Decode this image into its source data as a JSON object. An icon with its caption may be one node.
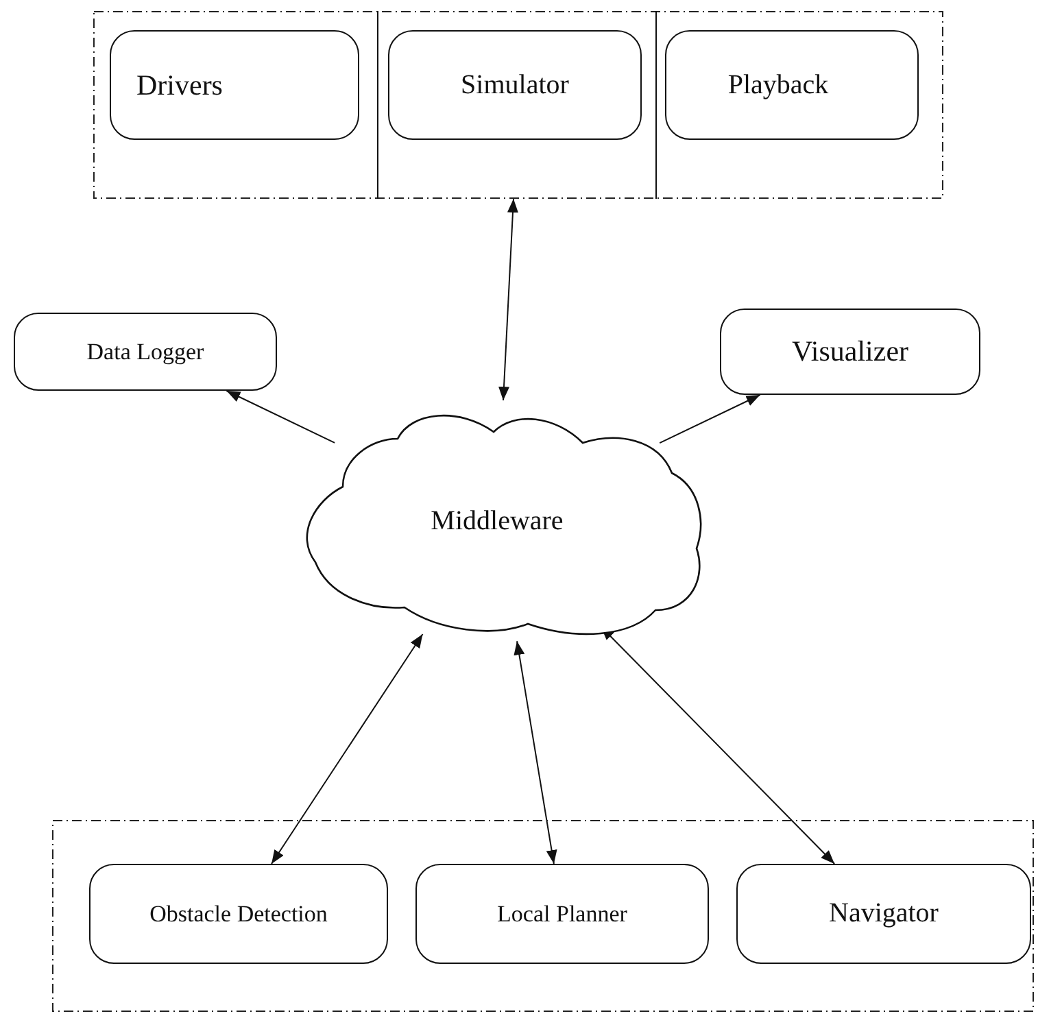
{
  "diagram": {
    "nodes": [
      {
        "text": [],
        "shape": "box"
      },
      {
        "text": [
          "Drivers"
        ],
        "in": 0
      },
      {
        "text": [
          "Simulator"
        ],
        "in": 0
      },
      {
        "text": [
          "Playback"
        ],
        "in": 0
      },
      {
        "text": [
          "Data Logger"
        ]
      },
      {
        "text": [
          "Visualizer"
        ]
      },
      {
        "text": [
          "Middleware"
        ]
      },
      {
        "text": [],
        "shape": "box"
      },
      {
        "text": [
          "Obstacle Detection"
        ],
        "in": 7
      },
      {
        "text": [
          "Local Planner"
        ],
        "in": 7
      },
      {
        "text": [
          "Navigator"
        ],
        "in": 7
      }
    ],
    "edges": [
      {
        "from": 0,
        "to": 6,
        "arrow": "both"
      },
      {
        "from": 6,
        "to": 4,
        "arrow": "to"
      },
      {
        "from": 6,
        "to": 5,
        "arrow": "to"
      },
      {
        "from": 6,
        "to": 8,
        "arrow": "both"
      },
      {
        "from": 6,
        "to": 9,
        "arrow": "both"
      },
      {
        "from": 6,
        "to": 10,
        "arrow": "both"
      }
    ]
  }
}
